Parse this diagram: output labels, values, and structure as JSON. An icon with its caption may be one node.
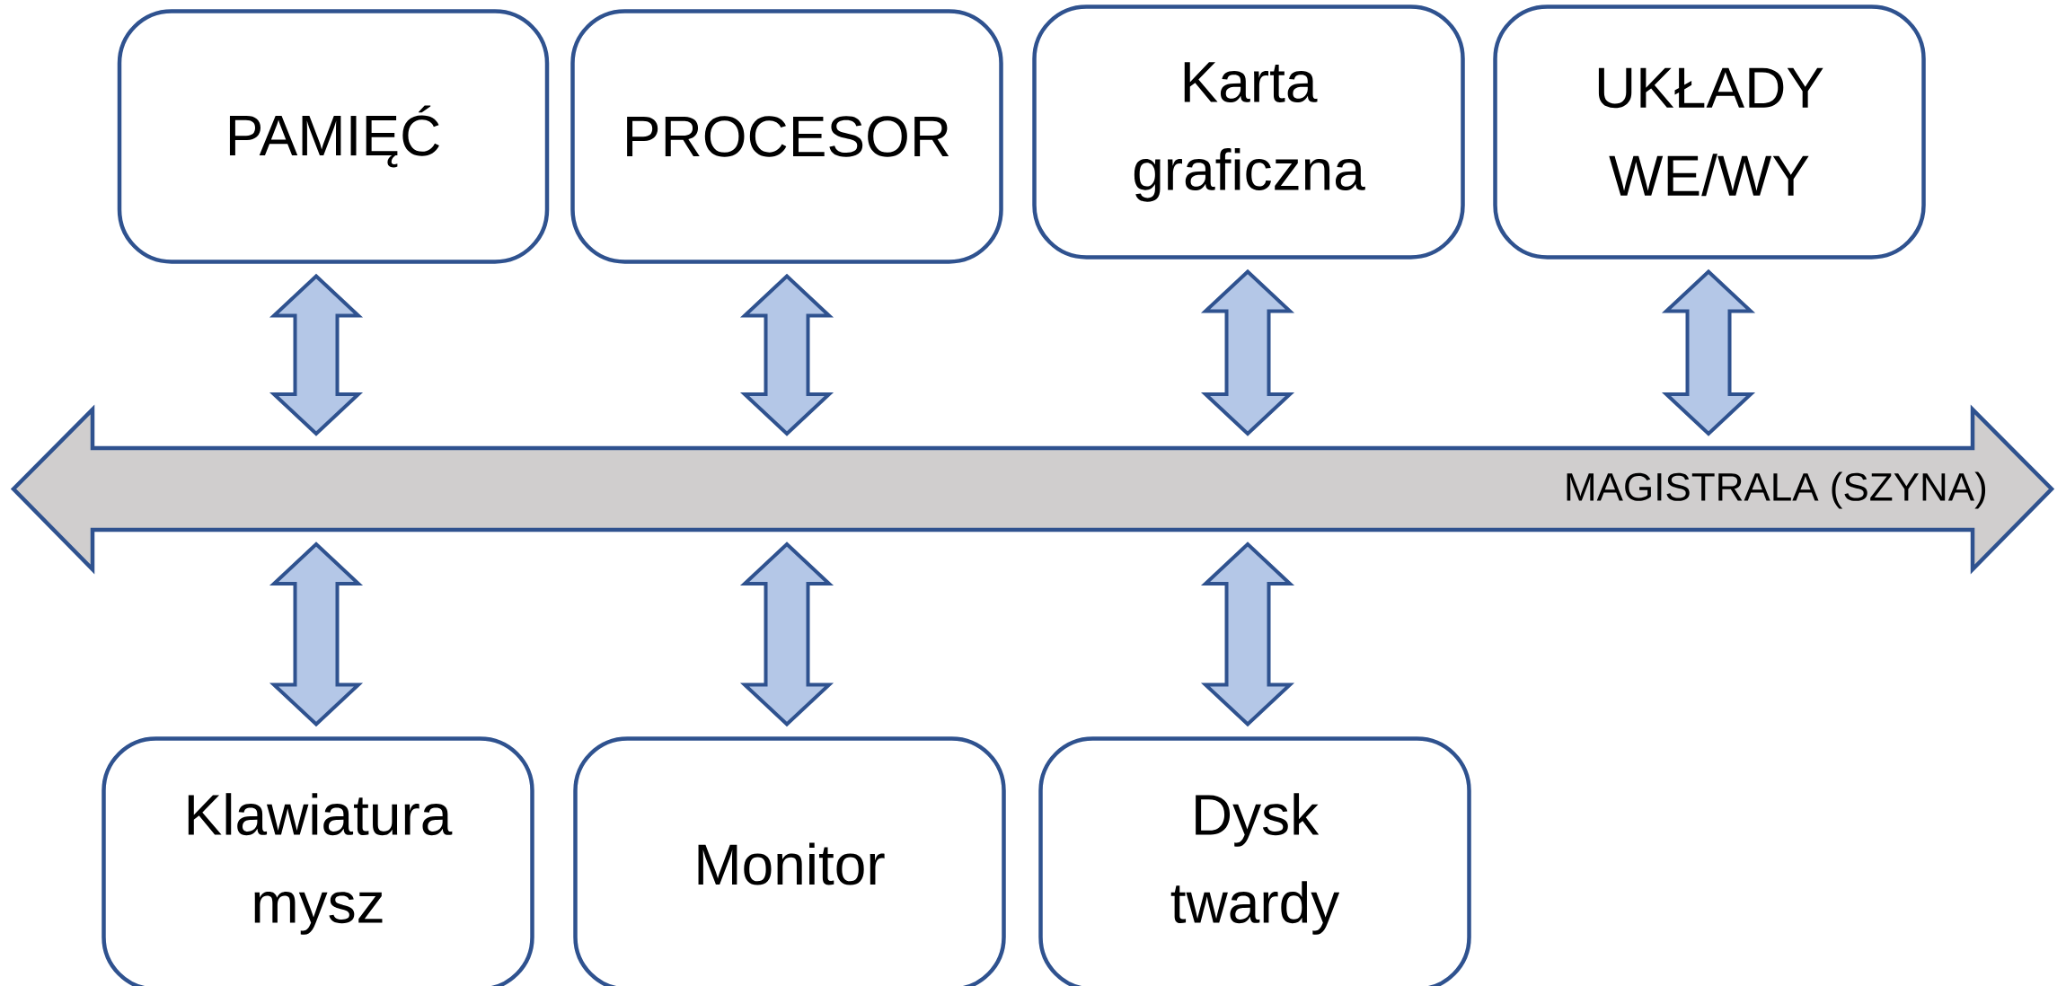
{
  "diagram": {
    "nodes": [
      {
        "text": [
          "PAMIĘĆ"
        ]
      },
      {
        "text": [
          "PROCESOR"
        ]
      },
      {
        "text": [
          "Karta graficzna"
        ]
      },
      {
        "text": [
          "UKŁADY WE/WY"
        ]
      },
      {
        "text": [
          "Klawiatura mysz"
        ]
      },
      {
        "text": [
          "Monitor"
        ]
      },
      {
        "text": [
          "Dysk twardy"
        ]
      },
      {
        "text": [
          "MAGISTRALA (SZYNA)"
        ]
      }
    ],
    "edges": [
      {
        "from": 0,
        "to": 7,
        "arrow": "both"
      },
      {
        "from": 1,
        "to": 7,
        "arrow": "both"
      },
      {
        "from": 2,
        "to": 7,
        "arrow": "both"
      },
      {
        "from": 3,
        "to": 7,
        "arrow": "both"
      },
      {
        "from": 4,
        "to": 7,
        "arrow": "both"
      },
      {
        "from": 5,
        "to": 7,
        "arrow": "both"
      },
      {
        "from": 6,
        "to": 7,
        "arrow": "both"
      }
    ]
  }
}
